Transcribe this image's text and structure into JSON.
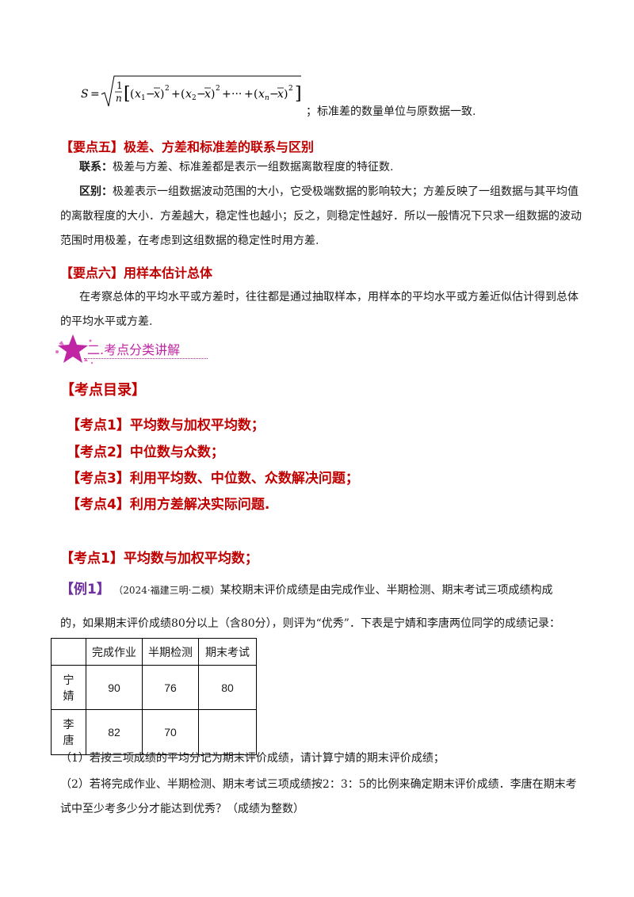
{
  "formula": {
    "lhs": "S",
    "frac_num": "1",
    "frac_den": "n",
    "x1": "x",
    "x1_sub": "1",
    "x2": "x",
    "x2_sub": "2",
    "xn": "x",
    "xn_sub": "n",
    "mean": "x",
    "square": "2",
    "plus": "+",
    "ellipsis": "···",
    "tail": "；标准差的数量单位与原数据一致."
  },
  "point5": {
    "heading": "【要点五】极差、方差和标准差的联系与区别",
    "link_label": "联系：",
    "link_text": "极差与方差、标准差都是表示一组数据离散程度的特征数.",
    "diff_label": "区别：",
    "diff_text": "极差表示一组数据波动范围的大小，它受极端数据的影响较大；方差反映了一组数据与其平均值的离散程度的大小．方差越大，稳定性也越小；反之，则稳定性越好．所以一般情况下只求一组数据的波动范围时用极差，在考虑到这组数据的稳定性时用方差."
  },
  "point6": {
    "heading": "【要点六】用样本估计总体",
    "text": "在考察总体的平均水平或方差时，往往都是通过抽取样本，用样本的平均水平或方差近似估计得到总体的平均水平或方差."
  },
  "banner": {
    "text": "二.考点分类讲解"
  },
  "directory": {
    "title": "【考点目录】",
    "items": [
      "【考点1】平均数与加权平均数；",
      "【考点2】中位数与众数；",
      "【考点3】利用平均数、中位数、众数解决问题；",
      "【考点4】利用方差解决实际问题."
    ]
  },
  "kp1": {
    "heading": "【考点1】平均数与加权平均数；"
  },
  "example": {
    "label": "【例1】",
    "source": "（2024·福建三明·二模）",
    "line1": "某校期末评价成绩是由完成作业、半期检测、期末考试三项成绩构成",
    "line2": "的，如果期末评价成绩80分以上（含80分），则评为“优秀”．下表是宁婧和李唐两位同学的成绩记录："
  },
  "table": {
    "headers": [
      "",
      "完成作业",
      "半期检测",
      "期末考试"
    ],
    "rows": [
      {
        "name_a": "宁",
        "name_b": "婧",
        "cells": [
          "90",
          "76",
          "80"
        ]
      },
      {
        "name_a": "李",
        "name_b": "唐",
        "cells": [
          "82",
          "70",
          ""
        ]
      }
    ]
  },
  "questions": {
    "q1": "（1）若按三项成绩的平均分记为期末评价成绩，请计算宁婧的期末评价成绩；",
    "q2": "（2）若将完成作业、半期检测、期末考试三项成绩按2：3：5的比例来确定期末评价成绩．李唐在期末考试中至少考多少分才能达到优秀？（成绩为整数）"
  }
}
